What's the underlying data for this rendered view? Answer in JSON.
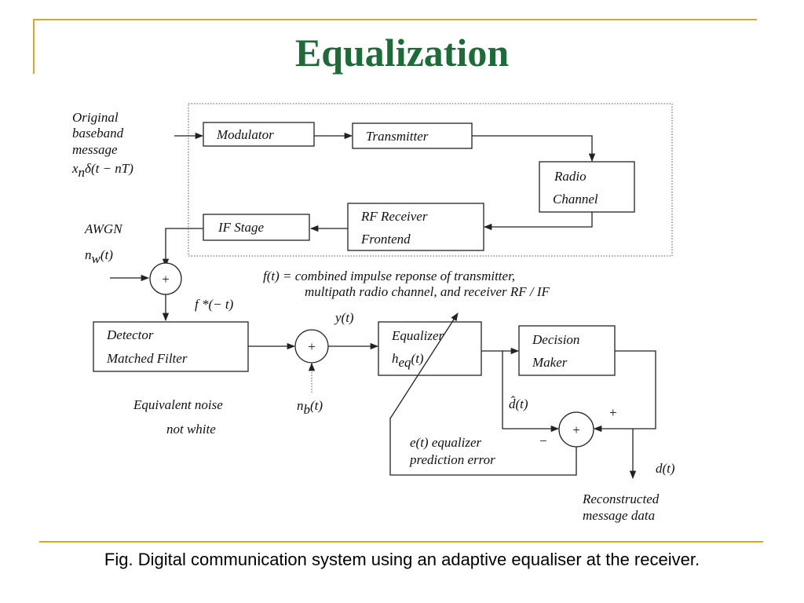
{
  "slide": {
    "title": "Equalization",
    "caption": "Fig. Digital communication system using an adaptive equaliser at the receiver."
  },
  "diagram": {
    "input_label": [
      "Original",
      "baseband",
      "message"
    ],
    "input_symbol": "x",
    "input_symbol_sub": "n",
    "input_symbol_rest": "δ(t − nT)",
    "blocks": {
      "modulator": "Modulator",
      "transmitter": "Transmitter",
      "radio_channel": [
        "Radio",
        "Channel"
      ],
      "rf_receiver": [
        "RF  Receiver",
        "Frontend"
      ],
      "if_stage": "IF   Stage",
      "detector": [
        "Detector",
        "Matched   Filter"
      ],
      "equalizer": "Equalizer",
      "equalizer_sym": "h",
      "equalizer_sym_sub": "eq",
      "equalizer_sym_rest": "(t)",
      "decision_maker": [
        "Decision",
        "Maker"
      ]
    },
    "awgn_label": "AWGN",
    "awgn_sym": "n",
    "awgn_sym_sub": "w",
    "awgn_sym_rest": "(t)",
    "matched_filter_sym": "f *(− t)",
    "combined_response": [
      "f(t) = combined   impulse  reponse  of  transmitter,",
      "multipath   radio  channel,  and  receiver  RF / IF"
    ],
    "y_sym": "y(t)",
    "noise_label": [
      "Equivalent    noise",
      "not   white"
    ],
    "nb_sym": "n",
    "nb_sym_sub": "b",
    "nb_sym_rest": "(t)",
    "dhat_sym": "d̂(t)",
    "plus_sign": "+",
    "minus_sign": "−",
    "summer_symbol": "+",
    "error_label": [
      "e(t)    equalizer",
      "prediction  error"
    ],
    "d_sym": "d(t)",
    "output_label": [
      "Reconstructed",
      "message  data"
    ]
  }
}
